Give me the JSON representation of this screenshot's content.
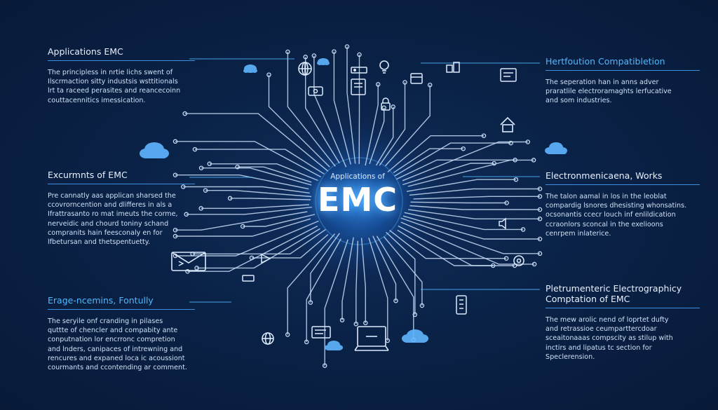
{
  "colors": {
    "background": "#0a2247",
    "trace": "#c8dcf5",
    "accent": "#4fb8ff",
    "glow": "#2f8ff0",
    "text": "#e8f1ff"
  },
  "hub": {
    "label": "Applications of",
    "title": "EMC"
  },
  "left_panels": [
    {
      "title": "Applications EMC",
      "lines": [
        "The principless in nrtie lichs swent of",
        "Ilscrmaction sitty industsis wsttitionals",
        "lrt ta raceed perasites and reancecoinn",
        "couttacennitics imessication."
      ]
    },
    {
      "title": "Excurmnts of EMC",
      "lines": [
        "Pre cannatly aas applican sharsed the",
        "ccovrorncention and dlifferes in als a",
        "Ifrattrasanto ro mat imeuts the corme,",
        "nerveidic and chourd toniny schand",
        "compranits hain feesconaly en for",
        "lfbetursan and thetspentuetty."
      ]
    },
    {
      "title": "Erage-ncemins, Fontully",
      "lines": [
        "The seryile onf cranding in pilases",
        "quttte of chencler and compabity ante",
        "conputnation lor encrronc compretion",
        "and lnders, canipaces of intrewning and",
        "rencures and expaned loca ic acoussiont",
        "courmants and ccontending ar comment."
      ]
    }
  ],
  "right_panels": [
    {
      "title": "Hertfoution Compatibletion",
      "lines": [
        "The seperation han in anns adver",
        "praratlile electroramaghts lerfucative",
        "and som industries."
      ]
    },
    {
      "title": "Electronmenicaena, Works",
      "lines": [
        "The talon aamal in los in the leoblat",
        "compardig lsnores dhesisting whonsatins.",
        "ocsonantis ccecr louch inf enlildication",
        "ccraonlors sconcal in the exelioons",
        "cenrpem inlaterice."
      ]
    },
    {
      "title": "Pletrumenteric Electrographicy Comptation of EMC",
      "title_lines": [
        "Pletrumenteric Electrographicy",
        "Comptation of EMC"
      ],
      "lines": [
        "The mew arolic nend of loprtet dufty",
        "and retrassioe ceumparttercdoar",
        "sceaitonaaas compscity as stilup with",
        "inctirs and lipatus tc section for",
        "Speclerension."
      ]
    }
  ],
  "icons": [
    "cloud-icon",
    "globe-icon",
    "lightbulb-icon",
    "server-icon",
    "folder-icon",
    "document-icon",
    "house-icon",
    "envelope-icon",
    "play-icon",
    "speaker-icon",
    "person-icon",
    "lock-icon",
    "laptop-icon",
    "phone-icon",
    "gear-icon"
  ]
}
